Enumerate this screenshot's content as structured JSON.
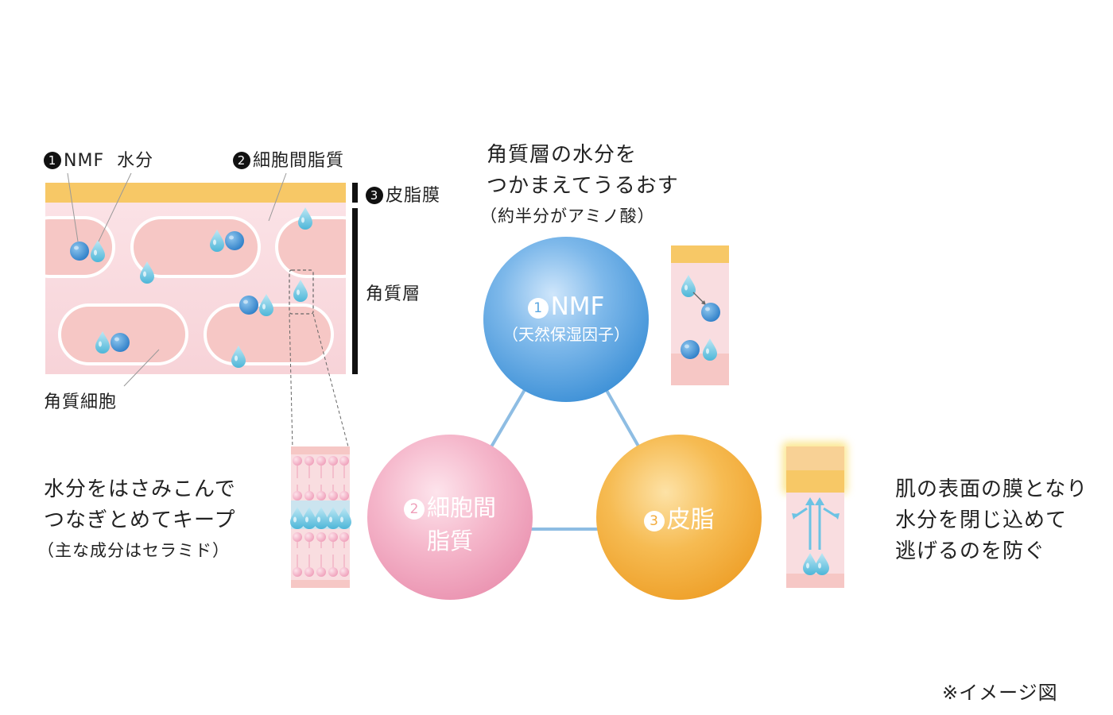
{
  "skin": {
    "nmf_label": "NMF",
    "nmf_num": "1",
    "water_label": "水分",
    "lipid_num": "2",
    "lipid_label": "細胞間脂質",
    "sebum_num": "3",
    "sebum_label": "皮脂膜",
    "stratum_label": "角質層",
    "cell_label": "角質細胞"
  },
  "nmf_desc": {
    "line1": "角質層の水分を",
    "line2": "つかまえてうるおす",
    "line3": "（約半分がアミノ酸）"
  },
  "lipid_desc": {
    "line1": "水分をはさみこんで",
    "line2": "つなぎとめてキープ",
    "line3": "（主な成分はセラミド）"
  },
  "sebum_desc": {
    "line1": "肌の表面の膜となり",
    "line2": "水分を閉じ込めて",
    "line3": "逃げるのを防ぐ"
  },
  "circles": {
    "nmf_num": "1",
    "nmf_title": "NMF",
    "nmf_sub": "（天然保湿因子）",
    "lipid_num": "2",
    "lipid_line1": "細胞間",
    "lipid_line2": "脂質",
    "sebum_num": "3",
    "sebum_title": "皮脂"
  },
  "note": "※イメージ図",
  "colors": {
    "nmf_blue": "#5aa6e0",
    "lipid_pink": "#ef9fba",
    "sebum_orange": "#f2aa3a",
    "skin_pink": "#f9d8dc",
    "sebum_yellow": "#f7c866"
  }
}
